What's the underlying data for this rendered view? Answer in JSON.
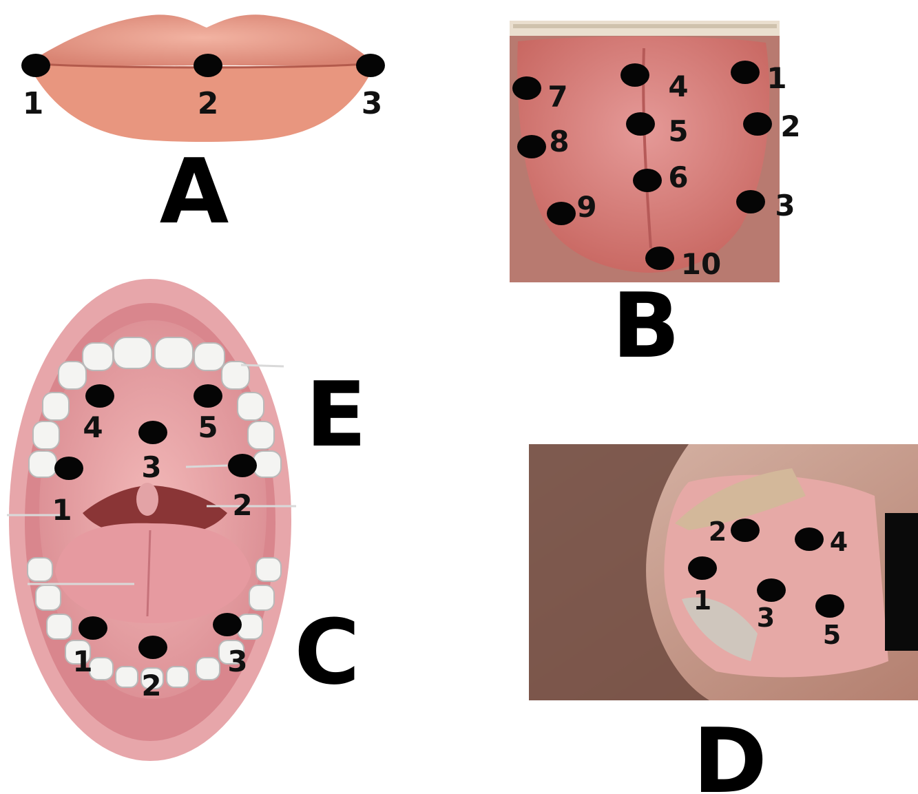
{
  "figure": {
    "panels": [
      {
        "id": "A",
        "label": "A",
        "region": "lips",
        "sites": [
          "1",
          "2",
          "3"
        ]
      },
      {
        "id": "B",
        "label": "B",
        "region": "dorsal-tongue",
        "sites": [
          "1",
          "2",
          "3",
          "4",
          "5",
          "6",
          "7",
          "8",
          "9",
          "10"
        ]
      },
      {
        "id": "E",
        "label": "E",
        "region": "palate",
        "sites": [
          "1",
          "2",
          "3",
          "4",
          "5"
        ]
      },
      {
        "id": "C",
        "label": "C",
        "region": "floor-of-mouth",
        "sites": [
          "1",
          "2",
          "3"
        ]
      },
      {
        "id": "D",
        "label": "D",
        "region": "buccal-mucosa",
        "sites": [
          "1",
          "2",
          "3",
          "4",
          "5"
        ]
      }
    ]
  },
  "colors": {
    "lip": "#e89a88",
    "tongue": "#d97a78",
    "mucosa": "#e8a6a6",
    "dark_throat": "#7a2e2e",
    "tooth": "#f4f4f2",
    "cheek": "#c99c8e",
    "dot": "#050505"
  }
}
